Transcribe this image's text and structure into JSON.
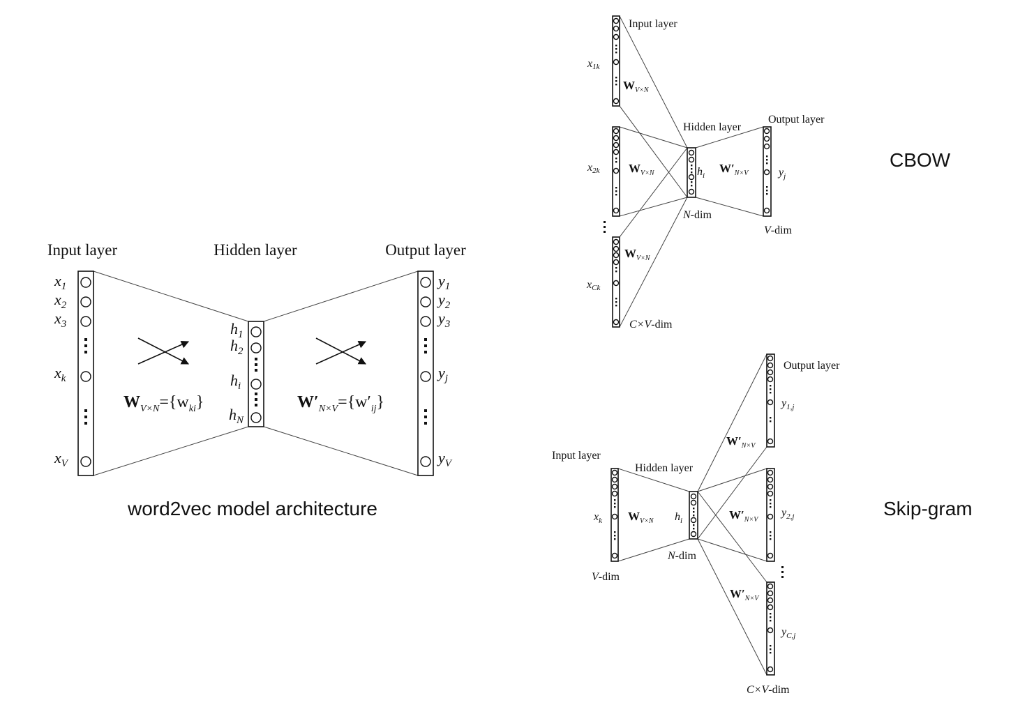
{
  "main_diagram": {
    "caption": "word2vec model architecture",
    "input_layer_label": "Input layer",
    "hidden_layer_label": "Hidden layer",
    "output_layer_label": "Output layer",
    "input_labels": [
      {
        "base": "x",
        "sub": "1"
      },
      {
        "base": "x",
        "sub": "2"
      },
      {
        "base": "x",
        "sub": "3"
      },
      {
        "base": "x",
        "sub": "k"
      },
      {
        "base": "x",
        "sub": "V"
      }
    ],
    "hidden_labels": [
      {
        "base": "h",
        "sub": "1"
      },
      {
        "base": "h",
        "sub": "2"
      },
      {
        "base": "h",
        "sub": "i"
      },
      {
        "base": "h",
        "sub": "N"
      }
    ],
    "output_labels": [
      {
        "base": "y",
        "sub": "1"
      },
      {
        "base": "y",
        "sub": "2"
      },
      {
        "base": "y",
        "sub": "3"
      },
      {
        "base": "y",
        "sub": "j"
      },
      {
        "base": "y",
        "sub": "V"
      }
    ],
    "weight_in": {
      "base": "W",
      "sub": "V×N",
      "rest_pre": "={w",
      "rest_sub": "ki",
      "rest_post": "}"
    },
    "weight_out": {
      "base": "W′",
      "sub": "N×V",
      "rest_pre": "={w′",
      "rest_sub": "ij",
      "rest_post": "}"
    }
  },
  "cbow": {
    "title": "CBOW",
    "input_layer_label": "Input layer",
    "hidden_layer_label": "Hidden layer",
    "output_layer_label": "Output layer",
    "inputs": [
      {
        "base": "x",
        "sub": "1k"
      },
      {
        "base": "x",
        "sub": "2k"
      },
      {
        "base": "x",
        "sub": "Ck"
      }
    ],
    "weight_in": {
      "base": "W",
      "sub": "V×N"
    },
    "hidden_node": {
      "base": "h",
      "sub": "i"
    },
    "weight_out": {
      "base": "W′",
      "sub": "N×V"
    },
    "output_node": {
      "base": "y",
      "sub": "j"
    },
    "hidden_dim": {
      "var": "N",
      "rest": "-dim"
    },
    "output_dim": {
      "var": "V",
      "rest": "-dim"
    },
    "input_dim": {
      "pre": "C×",
      "var": "V",
      "rest": "-dim"
    }
  },
  "skipgram": {
    "title": "Skip-gram",
    "input_layer_label": "Input layer",
    "hidden_layer_label": "Hidden layer",
    "output_layer_label": "Output layer",
    "input_node": {
      "base": "x",
      "sub": "k"
    },
    "weight_in": {
      "base": "W",
      "sub": "V×N"
    },
    "hidden_node": {
      "base": "h",
      "sub": "i"
    },
    "weight_out": {
      "base": "W′",
      "sub": "N×V"
    },
    "outputs": [
      {
        "base": "y",
        "sub": "1,j"
      },
      {
        "base": "y",
        "sub": "2,j"
      },
      {
        "base": "y",
        "sub": "C,j"
      }
    ],
    "input_dim": {
      "var": "V",
      "rest": "-dim"
    },
    "hidden_dim": {
      "var": "N",
      "rest": "-dim"
    },
    "output_dim": {
      "pre": "C×",
      "var": "V",
      "rest": "-dim"
    }
  }
}
